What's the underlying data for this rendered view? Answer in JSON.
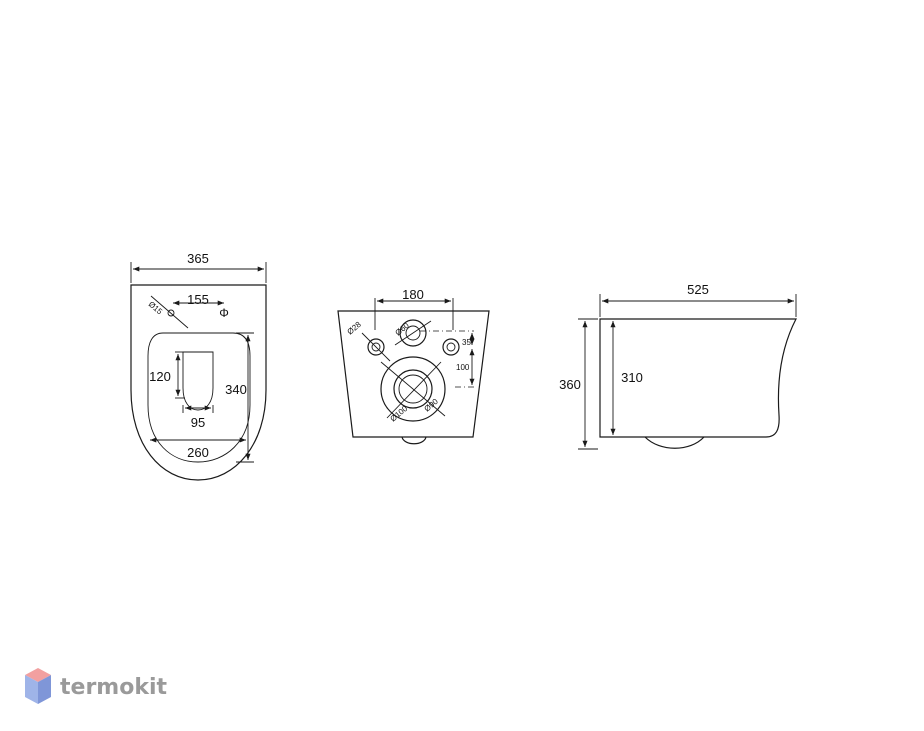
{
  "top_view": {
    "width": "365",
    "hole_spacing": "155",
    "hole_diameter": "Ø15",
    "hole_symbol": "Φ",
    "opening_height": "120",
    "opening_width": "95",
    "seat_length": "340",
    "seat_width": "260"
  },
  "rear_view": {
    "fixing_spacing": "180",
    "fixing_diameter": "Ø28",
    "inlet_diameter": "Ø60",
    "fixing_offset": "35",
    "inlet_drop": "100",
    "outlet_outer": "Ø100",
    "outlet_inner": "Ø90"
  },
  "side_view": {
    "length": "525",
    "height_total": "360",
    "height_body": "310"
  },
  "brand": {
    "name": "termokit",
    "colors": {
      "top": "#f2a0a0",
      "left": "#9fb4e8",
      "right": "#7f96d8"
    }
  }
}
